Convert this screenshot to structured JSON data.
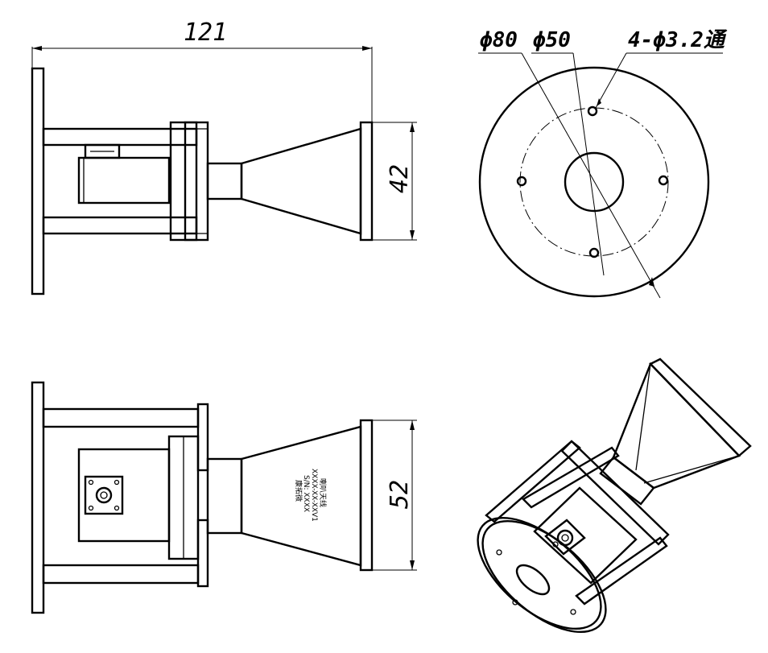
{
  "dimensions": {
    "overall_length": "121",
    "flange_height_side": "42",
    "flange_height_top": "52",
    "outer_diameter": "ϕ80",
    "inner_diameter": "ϕ50",
    "holes": "4-ϕ3.2通"
  },
  "nameplate": {
    "line1": "喇叭天线",
    "line2": "XXXX-XX-XXV1",
    "line3": "S/N: XXXX",
    "line4": "康拓微"
  }
}
